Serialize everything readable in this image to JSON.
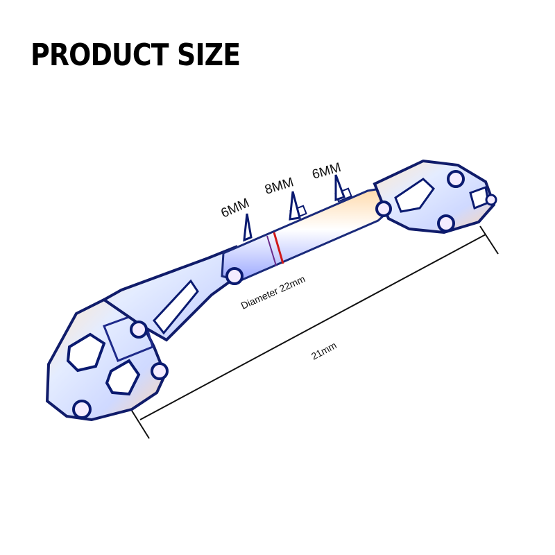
{
  "heading": "PRODUCT SIZE",
  "product_image": {
    "name": "handlebar crossbar balance bar",
    "callouts": {
      "left_hole": "6MM",
      "middle_hole": "8MM",
      "right_hole": "6MM",
      "diameter": "Diameter 22mm",
      "length": "21mm"
    }
  }
}
